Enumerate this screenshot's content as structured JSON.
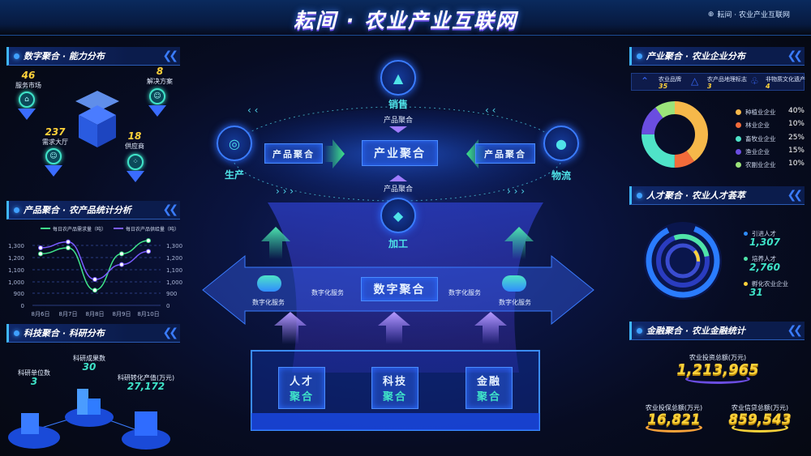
{
  "header": {
    "title": "耘间 · 农业产业互联网",
    "crumb": "耘间 · 农业产业互联网",
    "crumb_icon": "globe-icon"
  },
  "capability": {
    "title": "数字聚合 · 能力分布",
    "items": [
      {
        "value": "46",
        "label": "服务市场",
        "icon": "market-icon"
      },
      {
        "value": "8",
        "label": "解决方案",
        "icon": "people-icon"
      },
      {
        "value": "237",
        "label": "需求大厅",
        "icon": "people-icon"
      },
      {
        "value": "18",
        "label": "供应商",
        "icon": "network-icon"
      }
    ]
  },
  "product_stats": {
    "title": "产品聚合 · 农产品统计分析"
  },
  "chart_data": {
    "type": "line",
    "categories": [
      "8月6日",
      "8月7日",
      "8月8日",
      "8月9日",
      "8月10日"
    ],
    "series": [
      {
        "name": "每日农产品需求量（吨）",
        "color": "#3fe38a",
        "values": [
          1230,
          1280,
          925,
          1230,
          1340
        ]
      },
      {
        "name": "每日农产品供给量（吨）",
        "color": "#7a5cff",
        "values": [
          1280,
          1330,
          1015,
          1140,
          1250
        ]
      }
    ],
    "yticks": [
      0,
      900,
      1000,
      1100,
      1200,
      1300
    ],
    "ytick_labels": [
      "0",
      "900",
      "1,000",
      "1,100",
      "1,200",
      "1,300"
    ],
    "dual_axis": true,
    "grid": true,
    "legend": "top"
  },
  "research": {
    "title": "科技聚合 · 科研分布",
    "items": [
      {
        "label": "科研单位数",
        "value": "3"
      },
      {
        "label": "科研成果数",
        "value": "30"
      },
      {
        "label": "科研转化产值(万元)",
        "value": "27,172"
      }
    ]
  },
  "enterprise": {
    "title": "产业聚合 · 农业企业分布",
    "stats": [
      {
        "label": "农业品牌",
        "value": "35"
      },
      {
        "label": "农产品地理标志",
        "value": "3"
      },
      {
        "label": "非物质文化遗产",
        "value": "4"
      }
    ],
    "donut": [
      {
        "label": "种植业企业",
        "pct": 40,
        "pct_text": "40%",
        "color": "#f6b84a"
      },
      {
        "label": "林业企业",
        "pct": 10,
        "pct_text": "10%",
        "color": "#f26b3a"
      },
      {
        "label": "畜牧业企业",
        "pct": 25,
        "pct_text": "25%",
        "color": "#4fe3c8"
      },
      {
        "label": "渔业企业",
        "pct": 15,
        "pct_text": "15%",
        "color": "#6a4de0"
      },
      {
        "label": "农副业企业",
        "pct": 10,
        "pct_text": "10%",
        "color": "#9be37a"
      }
    ]
  },
  "talent": {
    "title": "人才聚合 · 农业人才荟萃",
    "items": [
      {
        "label": "引进人才",
        "value": "1,307",
        "color": "#2f8cff"
      },
      {
        "label": "培养人才",
        "value": "2,760",
        "color": "#4fe3a8"
      },
      {
        "label": "孵化农业企业",
        "value": "31",
        "color": "#ffd23a"
      }
    ]
  },
  "finance": {
    "title": "金融聚合 · 农业金融统计",
    "items": [
      {
        "label": "农业投资总额(万元)",
        "value": "1,213,965"
      },
      {
        "label": "农业投保总额(万元)",
        "value": "16,821"
      },
      {
        "label": "农业信贷总额(万元)",
        "value": "859,543"
      }
    ]
  },
  "center": {
    "core": "产业聚合",
    "nodes": {
      "top": "销售",
      "left": "生产",
      "right": "物流",
      "bottom": "加工"
    },
    "product_agg": "产品聚合",
    "digital": "数字聚合",
    "digital_service": "数字化服务",
    "base": [
      {
        "l1": "人才",
        "l2": "聚合"
      },
      {
        "l1": "科技",
        "l2": "聚合"
      },
      {
        "l1": "金融",
        "l2": "聚合"
      }
    ]
  }
}
